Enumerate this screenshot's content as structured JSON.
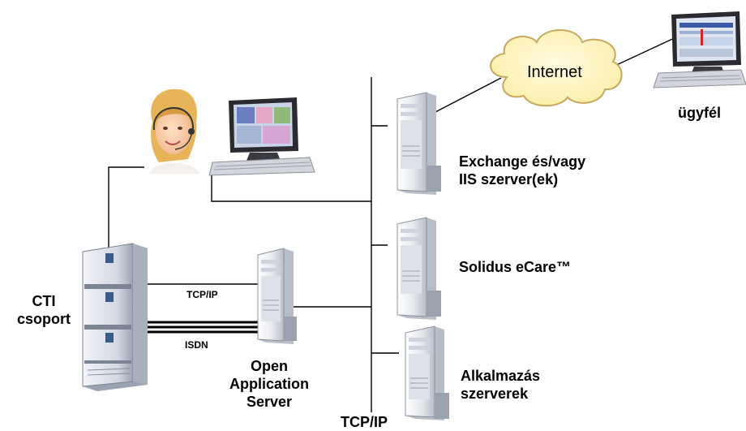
{
  "nodes": {
    "internet": {
      "label": "Internet"
    },
    "client": {
      "label": "ügyfél"
    },
    "exchange": {
      "line1": "Exchange és/vagy",
      "line2": "IIS szerver(ek)"
    },
    "solidus": {
      "label": "Solidus eCare™"
    },
    "apps": {
      "line1": "Alkalmazás",
      "line2": "szerverek"
    },
    "cti": {
      "line1": "CTI",
      "line2": "csoport"
    },
    "oas": {
      "line1": "Open",
      "line2": "Application",
      "line3": "Server"
    }
  },
  "links": {
    "cti_oas_tcp": "TCP/IP",
    "cti_oas_isdn": "ISDN",
    "backbone": "TCP/IP"
  },
  "colors": {
    "cloud_fill": "#fff7c8",
    "cloud_stroke": "#c8a860",
    "server_body": "#e8ebf0",
    "server_shade": "#a9b0bc",
    "cti_panel": "#c9d0dc",
    "cti_badge": "#3b5a8c",
    "line": "#000000"
  }
}
